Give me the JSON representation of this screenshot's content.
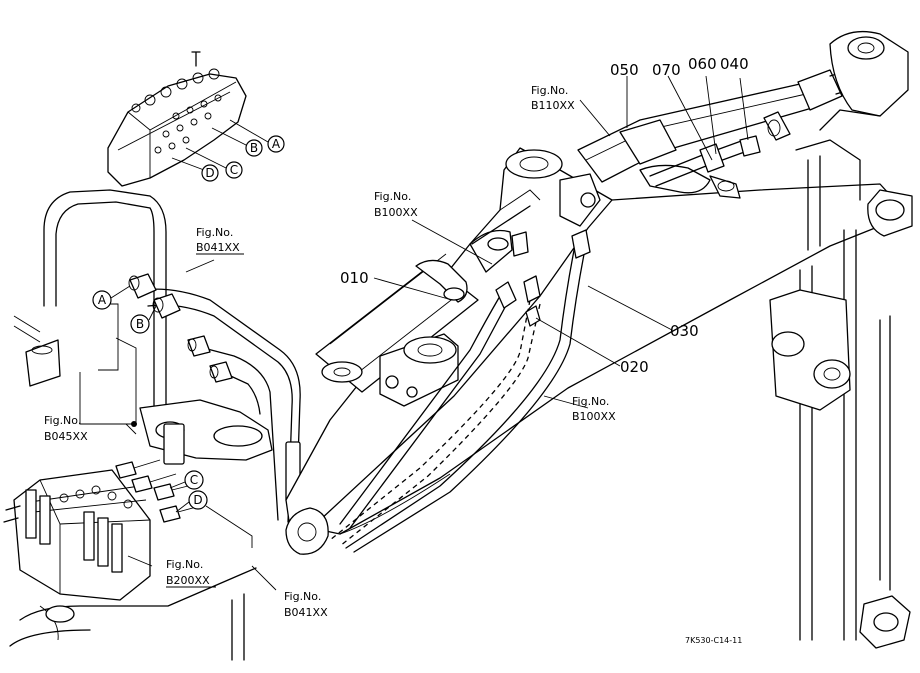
{
  "parts": {
    "p010": "010",
    "p020": "020",
    "p030": "030",
    "p040": "040",
    "p050": "050",
    "p060": "060",
    "p070": "070"
  },
  "figure_refs": {
    "b110": {
      "prefix": "Fig.No.",
      "code": "B110XX"
    },
    "b100_top": {
      "prefix": "Fig.No.",
      "code": "B100XX"
    },
    "b100_mid": {
      "prefix": "Fig.No.",
      "code": "B100XX"
    },
    "b041_top": {
      "prefix": "Fig.No.",
      "code": "B041XX"
    },
    "b041_bottom": {
      "prefix": "Fig.No.",
      "code": "B041XX"
    },
    "b045": {
      "prefix": "Fig.No.",
      "code": "B045XX"
    },
    "b200": {
      "prefix": "Fig.No.",
      "code": "B200XX"
    }
  },
  "port_markers": [
    "A",
    "B",
    "C",
    "D"
  ],
  "drawing_code": "7K530-C14-11"
}
